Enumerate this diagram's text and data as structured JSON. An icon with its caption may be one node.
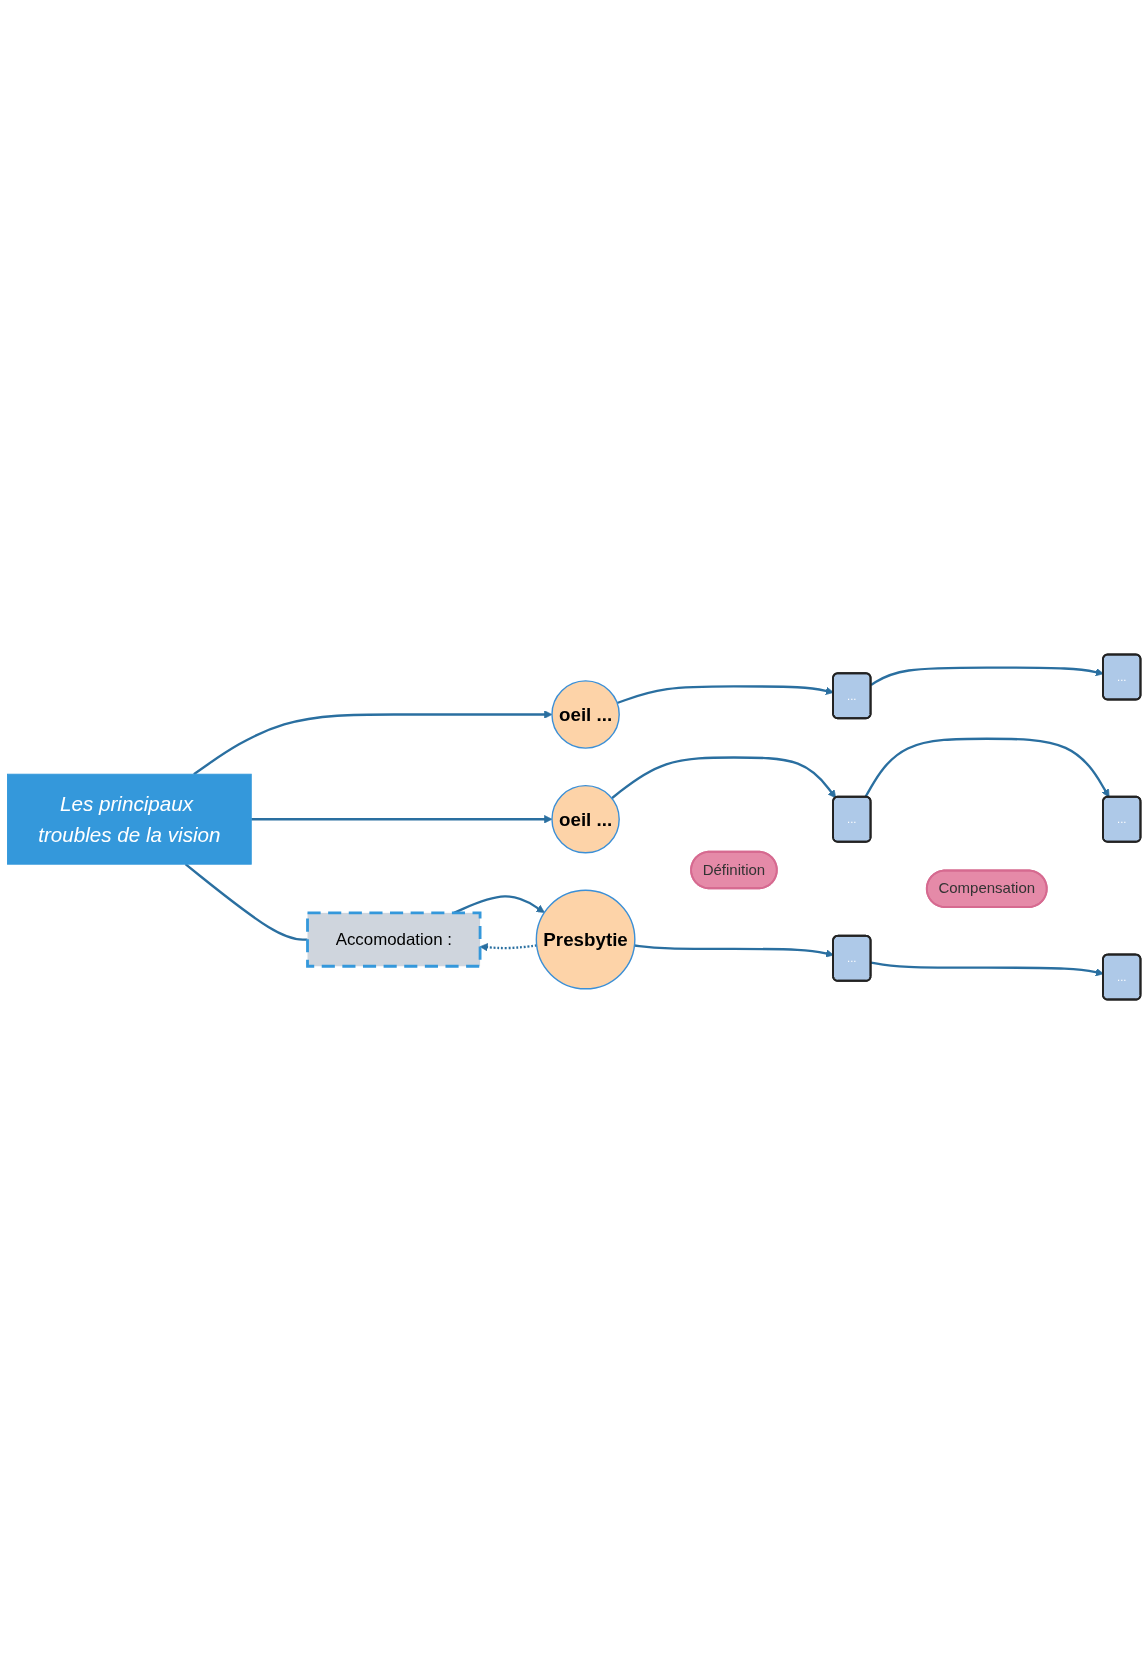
{
  "diagram": {
    "nodes": [
      {
        "text": [
          "Les principaux troubles de la vision"
        ]
      },
      {
        "text": [
          "Accomodation :"
        ]
      },
      {
        "text": [
          "oeil ..."
        ]
      },
      {
        "text": [
          "oeil ..."
        ]
      },
      {
        "text": [
          "Presbytie"
        ]
      },
      {
        "text": [
          "Définition"
        ]
      },
      {
        "text": [
          "..."
        ]
      },
      {
        "text": [
          "..."
        ]
      },
      {
        "text": [
          "..."
        ]
      },
      {
        "text": [
          "Compensation"
        ]
      },
      {
        "text": [
          "..."
        ]
      },
      {
        "text": [
          "..."
        ]
      },
      {
        "text": [
          "..."
        ]
      }
    ],
    "edges": [
      {
        "from": 0,
        "to": 2,
        "arrow": "to"
      },
      {
        "from": 0,
        "to": 3,
        "arrow": "to"
      },
      {
        "from": 0,
        "to": 1,
        "arrow": "none"
      },
      {
        "from": 1,
        "to": 4,
        "arrow": "to"
      },
      {
        "from": 4,
        "to": 1,
        "arrow": "to",
        "style": "dashed"
      },
      {
        "from": 2,
        "to": 6,
        "arrow": "to"
      },
      {
        "from": 3,
        "to": 7,
        "arrow": "to"
      },
      {
        "from": 4,
        "to": 8,
        "arrow": "to"
      },
      {
        "from": 6,
        "to": 10,
        "arrow": "to"
      },
      {
        "from": 7,
        "to": 11,
        "arrow": "to"
      },
      {
        "from": 8,
        "to": 12,
        "arrow": "to"
      }
    ]
  }
}
